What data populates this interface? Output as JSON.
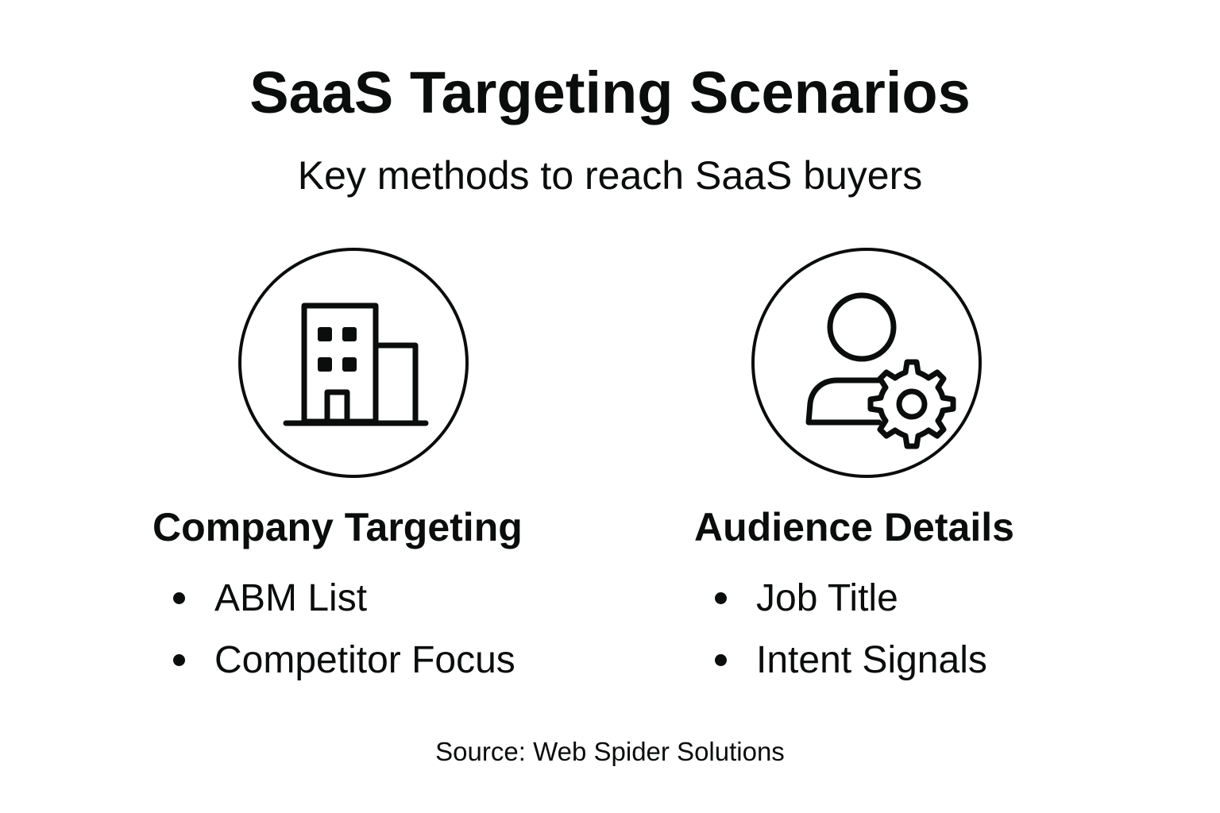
{
  "header": {
    "title": "SaaS Targeting Scenarios",
    "subtitle": "Key methods to reach SaaS buyers"
  },
  "columns": [
    {
      "icon": "office-building-icon",
      "heading": "Company Targeting",
      "items": [
        "ABM List",
        "Competitor Focus"
      ]
    },
    {
      "icon": "user-gear-icon",
      "heading": "Audience Details",
      "items": [
        "Job Title",
        "Intent Signals"
      ]
    }
  ],
  "footer": {
    "source": "Source: Web Spider Solutions"
  },
  "colors": {
    "text": "#0b0c0c",
    "background": "#ffffff"
  }
}
